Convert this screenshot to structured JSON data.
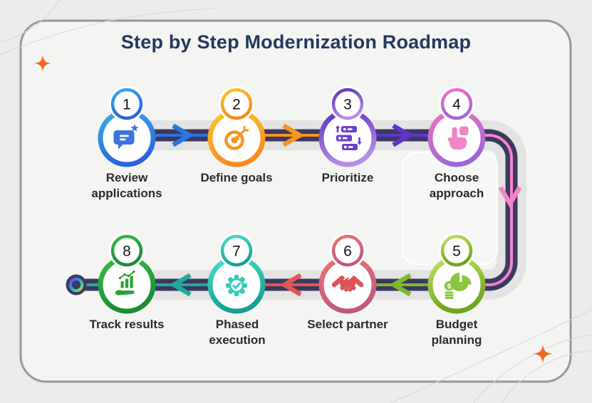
{
  "title": "Step by Step Modernization Roadmap",
  "title_color": "#24395e",
  "label_color": "#2b2b2b",
  "frame": {
    "background": "#ececec",
    "card_background": "#f4f4f3",
    "border_color": "#999999"
  },
  "steps": [
    {
      "number": "1",
      "label": "Review\napplications",
      "icon": "chat-star-icon",
      "ring_from": "#36b0e9",
      "ring_to": "#2c63de",
      "icon_color": "#3b74db"
    },
    {
      "number": "2",
      "label": "Define goals",
      "icon": "target-icon",
      "ring_from": "#fcc52f",
      "ring_to": "#f78c1d",
      "icon_color": "#f7941e"
    },
    {
      "number": "3",
      "label": "Prioritize",
      "icon": "priority-list-icon",
      "ring_from": "#5833bf",
      "ring_to": "#b78ce8",
      "icon_color": "#6a3fd0"
    },
    {
      "number": "4",
      "label": "Choose\napproach",
      "icon": "tap-hand-icon",
      "ring_from": "#f173c1",
      "ring_to": "#9c68d4",
      "icon_color": "#ee86c8"
    },
    {
      "number": "5",
      "label": "Budget\nplanning",
      "icon": "budget-pie-icon",
      "ring_from": "#c4e161",
      "ring_to": "#6fa41c",
      "icon_color": "#8cc63f"
    },
    {
      "number": "6",
      "label": "Select partner",
      "icon": "handshake-icon",
      "ring_from": "#f07070",
      "ring_to": "#bf5a7e",
      "icon_color": "#dd5252"
    },
    {
      "number": "7",
      "label": "Phased\nexecution",
      "icon": "gear-check-icon",
      "ring_from": "#4adfc9",
      "ring_to": "#16a095",
      "icon_color": "#35cbbb"
    },
    {
      "number": "8",
      "label": "Track results",
      "icon": "growth-hand-icon",
      "ring_from": "#34bd3f",
      "ring_to": "#1b8c36",
      "icon_color": "#28a52f"
    }
  ],
  "connectors": {
    "band_color": "#e3e3e3",
    "track_color": "#3b395f",
    "inner_panel_color": "#f7f7f6",
    "segments": [
      {
        "from": "1",
        "to": "2",
        "color": "#2e74e2"
      },
      {
        "from": "2",
        "to": "3",
        "color": "#f7941e"
      },
      {
        "from": "3",
        "to": "4",
        "color": "#5e35c8"
      },
      {
        "from": "4",
        "to": "5",
        "color": "#f584c6"
      },
      {
        "from": "5",
        "to": "6",
        "color": "#7cb82c"
      },
      {
        "from": "6",
        "to": "7",
        "color": "#e05555"
      },
      {
        "from": "7",
        "to": "8",
        "color": "#1fa89c"
      },
      {
        "from": "8",
        "to": "end",
        "color": "#1fa89c"
      }
    ],
    "end_marker": {
      "fill": "#3b395f",
      "ring_colors": [
        "#7a3ff0",
        "#2e8fe8",
        "#2ed4a0",
        "#e2c43c"
      ]
    }
  },
  "decorations": {
    "sparkle_color": "#f2681f",
    "line_color": "#d9d9d9"
  }
}
